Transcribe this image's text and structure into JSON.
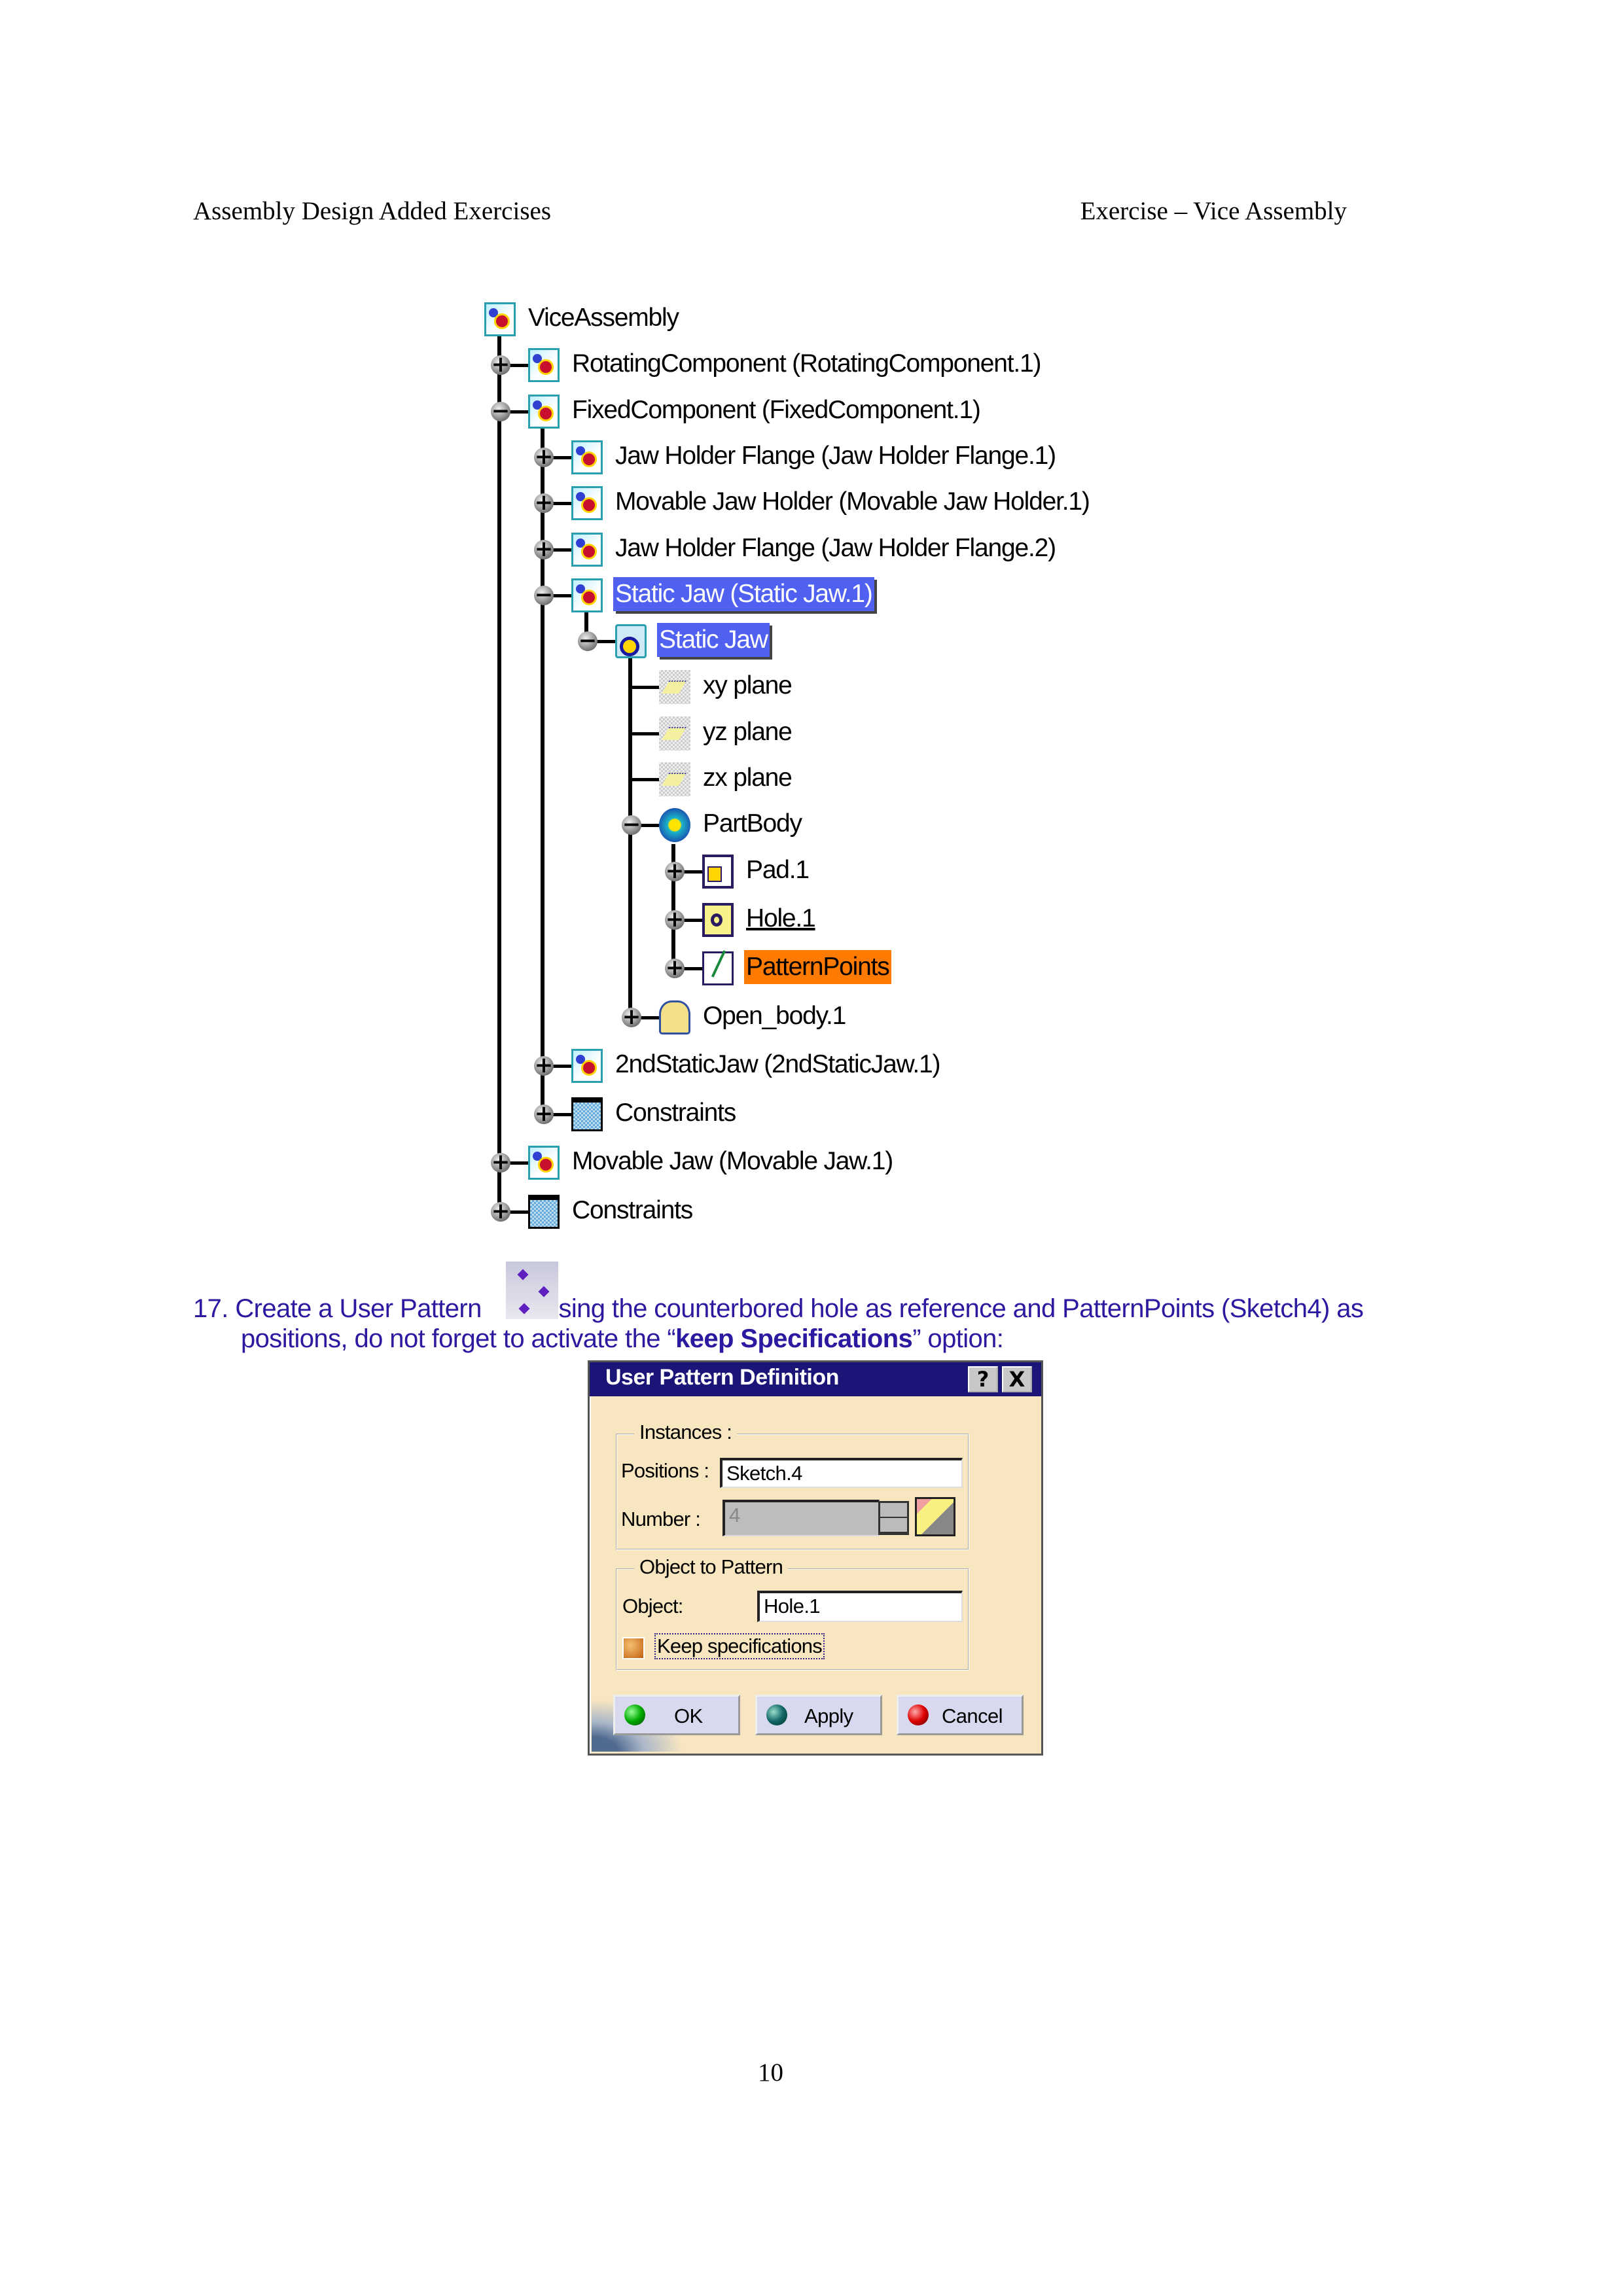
{
  "header": {
    "left": "Assembly Design Added Exercises",
    "right": "Exercise – Vice Assembly"
  },
  "tree": [
    {
      "label": "ViceAssembly",
      "level": 0,
      "expander": null,
      "icon": "product-icon",
      "style": ""
    },
    {
      "label": "RotatingComponent (RotatingComponent.1)",
      "level": 1,
      "expander": "+",
      "icon": "product-icon",
      "style": ""
    },
    {
      "label": "FixedComponent (FixedComponent.1)",
      "level": 1,
      "expander": "-",
      "icon": "product-icon",
      "style": ""
    },
    {
      "label": "Jaw Holder Flange (Jaw Holder Flange.1)",
      "level": 2,
      "expander": "+",
      "icon": "product-icon",
      "style": ""
    },
    {
      "label": "Movable Jaw Holder (Movable Jaw Holder.1)",
      "level": 2,
      "expander": "+",
      "icon": "product-icon",
      "style": ""
    },
    {
      "label": "Jaw Holder Flange (Jaw Holder Flange.2)",
      "level": 2,
      "expander": "+",
      "icon": "product-icon",
      "style": ""
    },
    {
      "label": "Static Jaw (Static Jaw.1)",
      "level": 2,
      "expander": "-",
      "icon": "product-icon",
      "style": "selected"
    },
    {
      "label": "Static Jaw",
      "level": 3,
      "expander": "-",
      "icon": "part-icon",
      "style": "selected"
    },
    {
      "label": "xy plane",
      "level": 4,
      "expander": null,
      "icon": "plane-icon",
      "style": ""
    },
    {
      "label": "yz plane",
      "level": 4,
      "expander": null,
      "icon": "plane-icon",
      "style": ""
    },
    {
      "label": "zx plane",
      "level": 4,
      "expander": null,
      "icon": "plane-icon",
      "style": ""
    },
    {
      "label": "PartBody",
      "level": 4,
      "expander": "-",
      "icon": "body-icon",
      "style": ""
    },
    {
      "label": "Pad.1",
      "level": 5,
      "expander": "+",
      "icon": "pad-icon",
      "style": ""
    },
    {
      "label": "Hole.1",
      "level": 5,
      "expander": "+",
      "icon": "hole-icon",
      "style": "underlined"
    },
    {
      "label": "PatternPoints",
      "level": 5,
      "expander": "+",
      "icon": "sketch-icon",
      "style": "orange"
    },
    {
      "label": "Open_body.1",
      "level": 4,
      "expander": "+",
      "icon": "open-body-icon",
      "style": ""
    },
    {
      "label": "2ndStaticJaw (2ndStaticJaw.1)",
      "level": 2,
      "expander": "+",
      "icon": "product-icon",
      "style": ""
    },
    {
      "label": "Constraints",
      "level": 2,
      "expander": "+",
      "icon": "constraints-icon",
      "style": ""
    },
    {
      "label": "Movable Jaw (Movable Jaw.1)",
      "level": 1,
      "expander": "+",
      "icon": "product-icon",
      "style": ""
    },
    {
      "label": "Constraints",
      "level": 1,
      "expander": "+",
      "icon": "constraints-icon",
      "style": ""
    }
  ],
  "instruction": {
    "number": "17.",
    "text_before_icon": "Create a User Pattern",
    "text_after_icon": "using the counterbored hole as reference and PatternPoints (Sketch4) as",
    "line2_before": "positions, do not forget to activate the “",
    "line2_bold": "keep Specifications",
    "line2_after": "” option:"
  },
  "dialog": {
    "title": "User Pattern Definition",
    "help_button": "?",
    "close_button": "X",
    "instances_group": "Instances :",
    "positions_label": "Positions :",
    "positions_value": "Sketch.4",
    "number_label": "Number :",
    "number_value": "4",
    "object_group": "Object to Pattern",
    "object_label": "Object:",
    "object_value": "Hole.1",
    "keep_spec_label": "Keep specifications",
    "keep_spec_checked": true,
    "ok": "OK",
    "apply": "Apply",
    "cancel": "Cancel"
  },
  "page_number": "10"
}
